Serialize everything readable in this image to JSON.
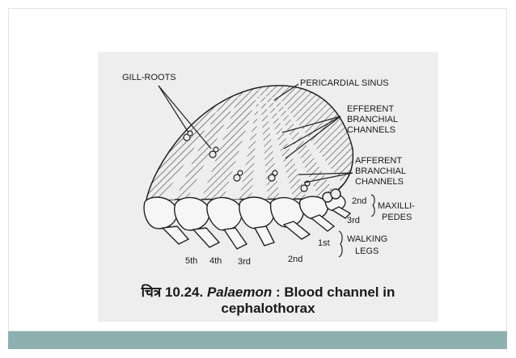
{
  "figure": {
    "labels": {
      "gill_roots": "GILL-ROOTS",
      "pericardial_sinus": "PERICARDIAL SINUS",
      "efferent_1": "EFFERENT",
      "efferent_2": "BRANCHIAL",
      "efferent_3": "CHANNELS",
      "afferent_1": "AFFERENT",
      "afferent_2": "BRANCHIAL",
      "afferent_3": "CHANNELS",
      "maxilli_1": "MAXILLI-",
      "maxilli_2": "PEDES",
      "walking_1": "WALKING",
      "walking_2": "LEGS",
      "leg_2nd_upper": "2nd",
      "leg_3rd_upper": "3rd",
      "leg_1st": "1st",
      "leg_5th": "5th",
      "leg_4th": "4th",
      "leg_3rd_lower": "3rd",
      "leg_2nd_lower": "2nd"
    },
    "caption": {
      "prefix": "चित्र 10.24.",
      "genus": "Palaemon",
      "rest": ": Blood channel in",
      "line2": "cephalothorax"
    }
  },
  "colors": {
    "bottom_bar": "#8fb0b1",
    "figure_bg": "#eeeeee",
    "ink": "#1a1a1a"
  }
}
